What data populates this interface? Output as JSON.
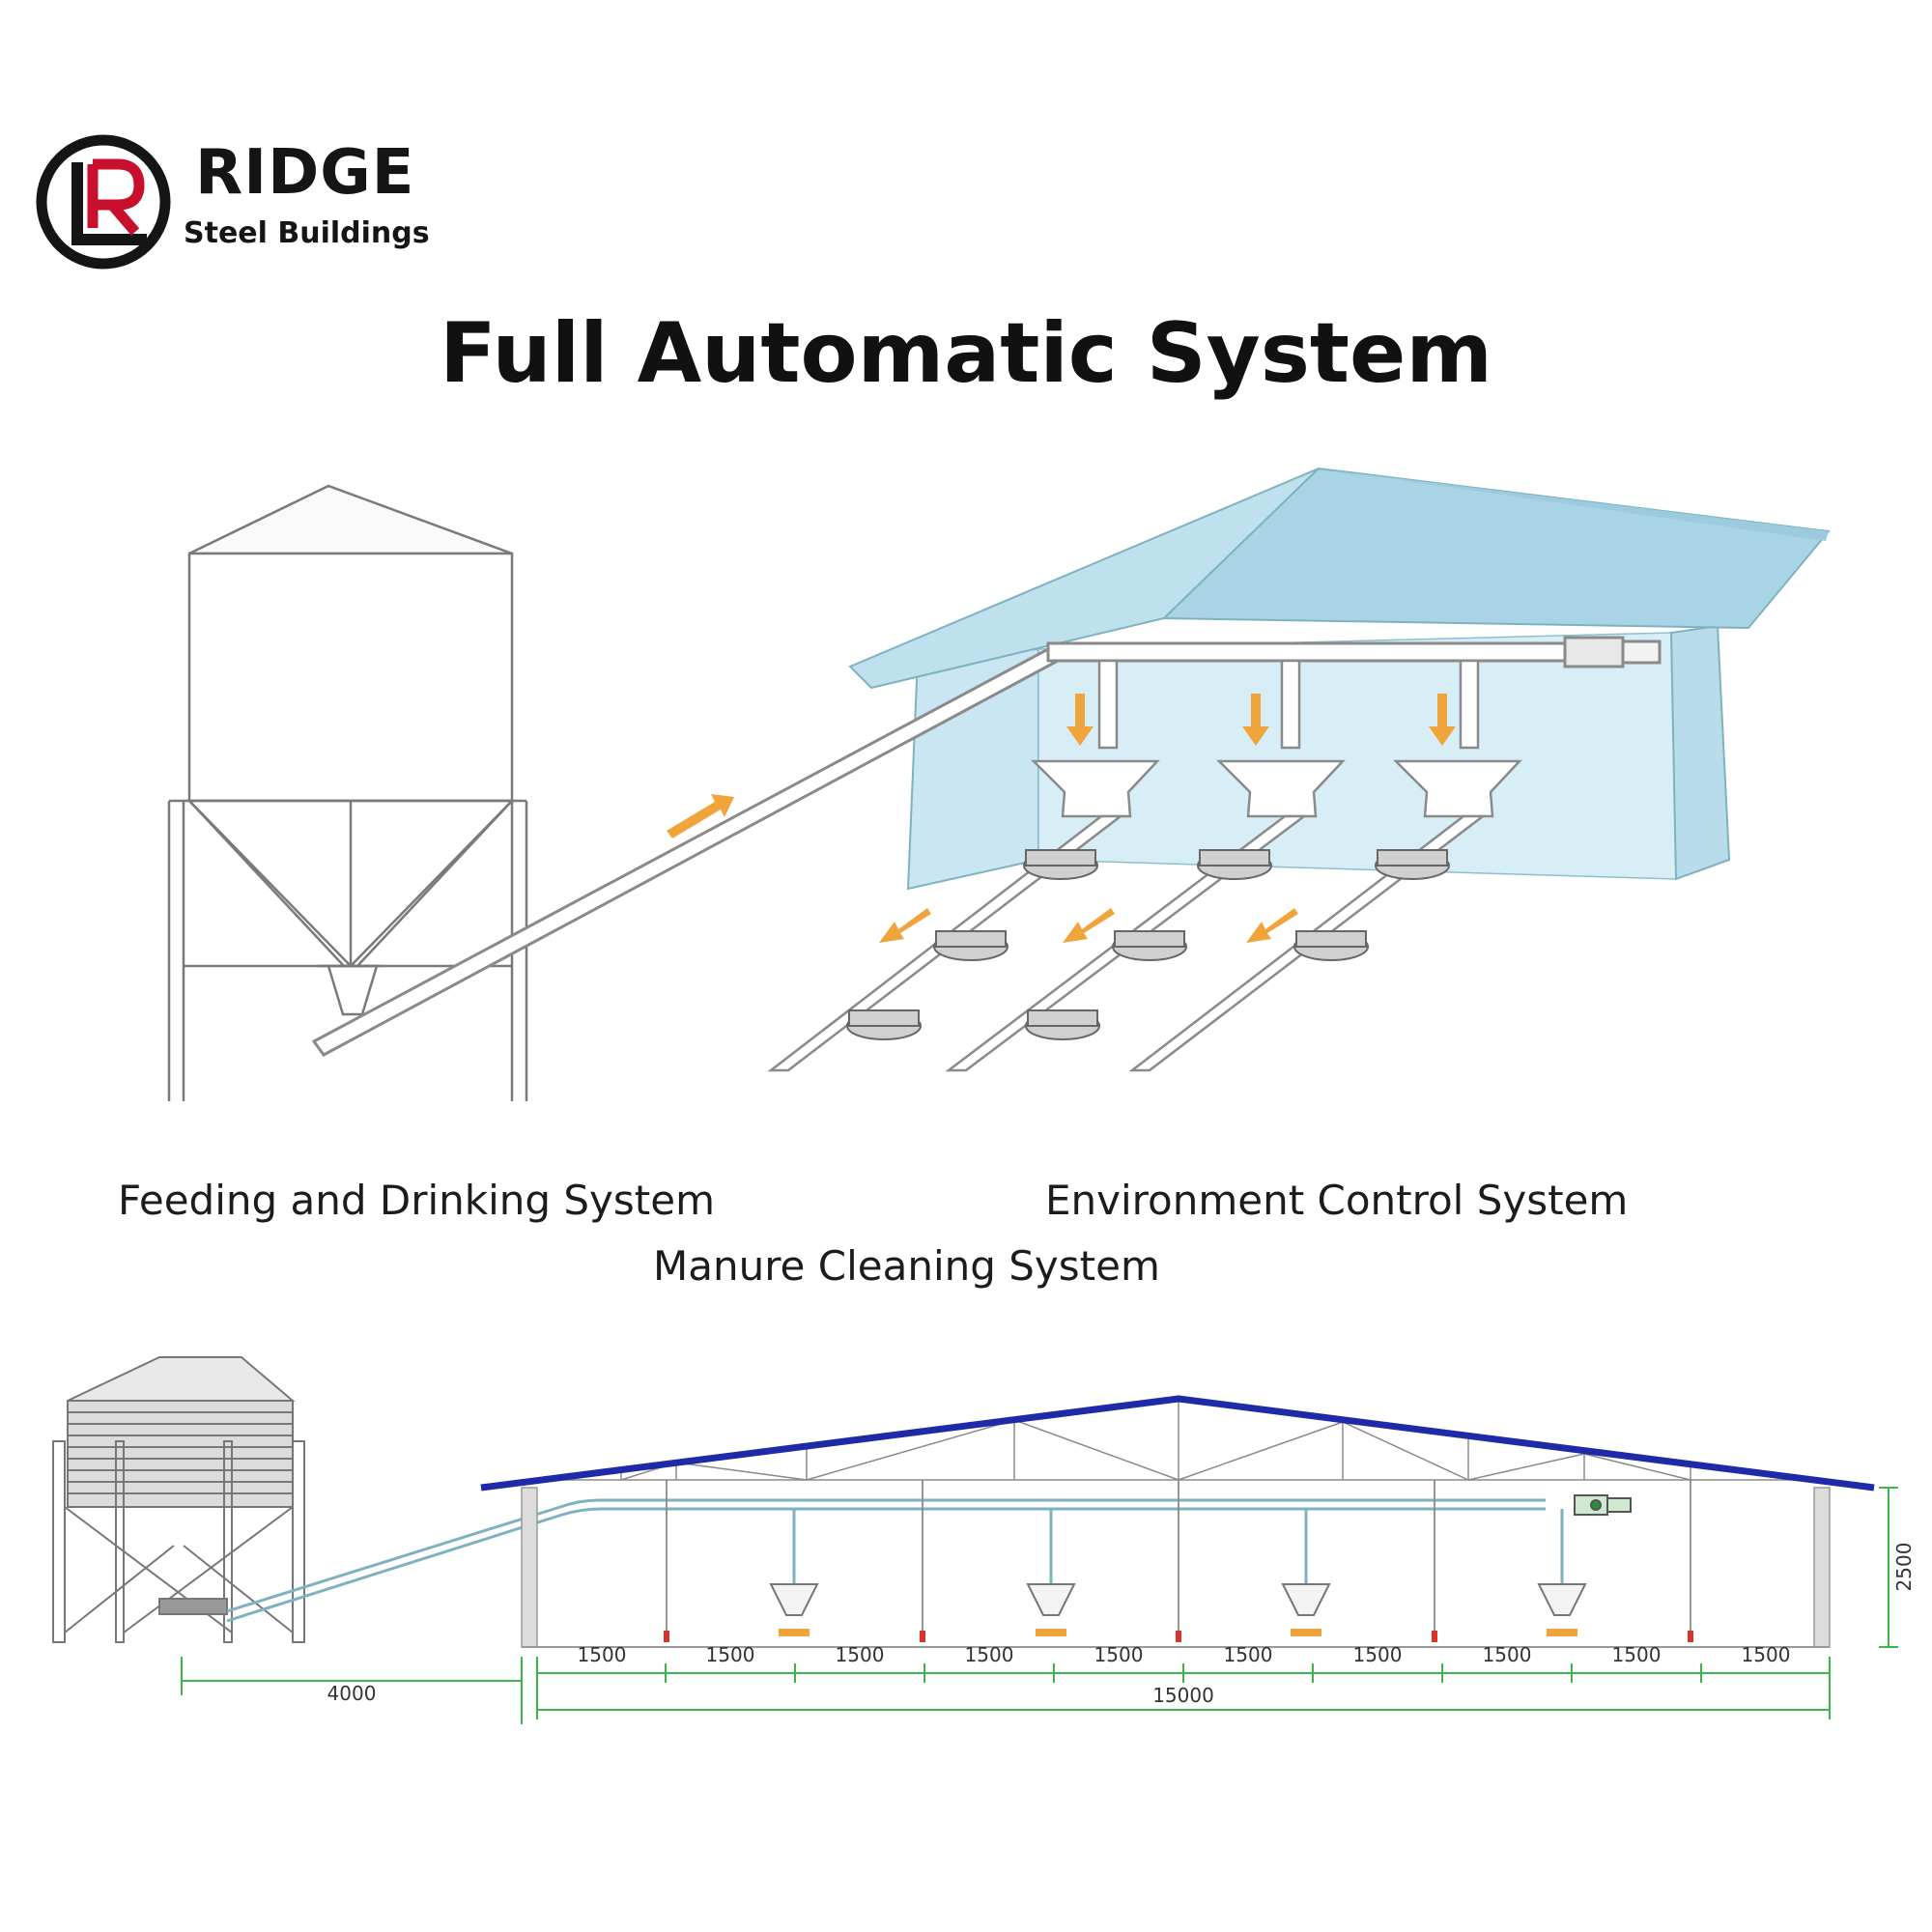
{
  "brand": {
    "name": "RIDGE",
    "tagline": "Steel Buildings",
    "mark_letters": "LR",
    "colors": {
      "ring": "#151515",
      "accent": "#c8102e"
    }
  },
  "title": "Full Automatic System",
  "captions": {
    "feeding": "Feeding  and Drinking System",
    "environment": "Environment Control System",
    "manure": "Manure Cleaning System"
  },
  "colors": {
    "roof_tint": "#bfe1ee",
    "wall_tint": "#c9e6f2",
    "roof_line": "#1f2aa8",
    "dimension_line": "#3cb84a",
    "flow_arrow": "#f0a43c",
    "pipe": "#7fb2bf"
  },
  "dimensions": {
    "silo_offset": "4000",
    "bays": [
      "1500",
      "1500",
      "1500",
      "1500",
      "1500",
      "1500",
      "1500",
      "1500",
      "1500",
      "1500"
    ],
    "total_span": "15000",
    "eave_height": "2500"
  }
}
